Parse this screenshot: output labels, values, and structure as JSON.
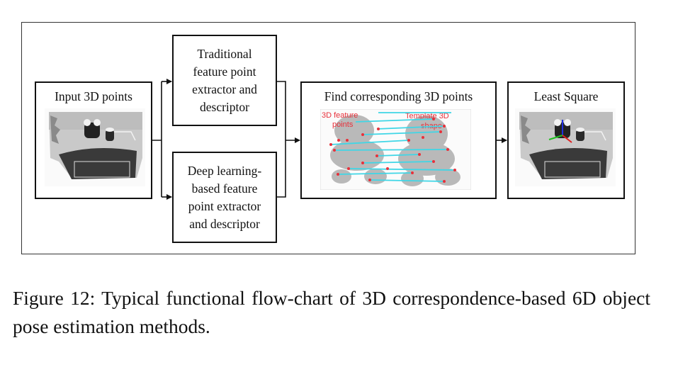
{
  "diagram": {
    "nodes": [
      {
        "id": "input",
        "label": "Input 3D points"
      },
      {
        "id": "traditional",
        "label": "Traditional feature point extractor and descriptor"
      },
      {
        "id": "deep",
        "label": "Deep learning-based feature point extractor and descriptor"
      },
      {
        "id": "find",
        "label": "Find corresponding 3D points"
      },
      {
        "id": "lsq",
        "label": "Least Square"
      }
    ],
    "edges": [
      {
        "from": "input",
        "to": "traditional"
      },
      {
        "from": "input",
        "to": "deep"
      },
      {
        "from": "traditional",
        "to": "find"
      },
      {
        "from": "deep",
        "to": "find"
      },
      {
        "from": "find",
        "to": "lsq"
      }
    ],
    "traditional_lines": [
      "Traditional",
      "feature point",
      "extractor and",
      "descriptor"
    ],
    "deep_lines": [
      "Deep learning-",
      "based feature",
      "point extractor",
      "and descriptor"
    ],
    "find_image_labels": {
      "left": [
        "3D feature",
        "points"
      ],
      "right": [
        "Template 3D",
        "shape"
      ]
    },
    "colors": {
      "correspondence_lines": "#3fd6e6",
      "feature_points": "#e8303a",
      "axis_x": "#e02020",
      "axis_y": "#20c020",
      "axis_z": "#2030e0"
    }
  },
  "caption": "Figure 12:  Typical functional flow-chart of 3D correspondence-based 6D object pose estimation methods."
}
